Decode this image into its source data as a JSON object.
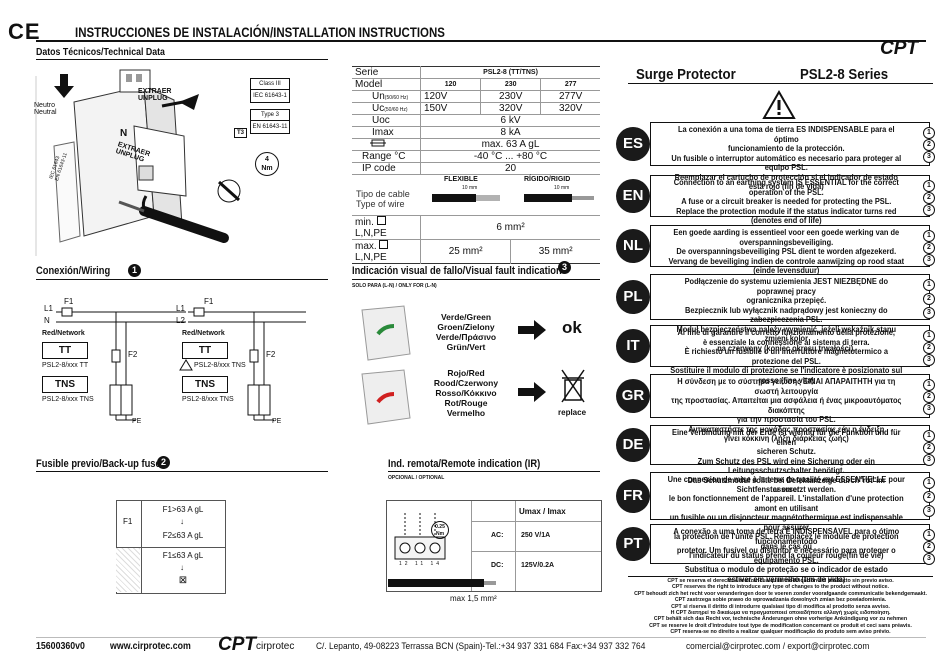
{
  "header": {
    "ce_mark": "CE",
    "title": "INSTRUCCIONES DE INSTALACIÓN/INSTALLATION INSTRUCTIONS",
    "tech_data": "Datos Técnicos/Technical Data",
    "brand": "CPT",
    "product_title": "Surge Protector",
    "series": "PSL2-8 Series"
  },
  "installation_figure": {
    "neutro": "Neutro\nNeutral",
    "extraer1": "EXTRAER\nUNPLUG",
    "extraer2": "EXTRAER\nUNPLUG",
    "n_label": "N",
    "class_label": "Class III",
    "iec1": "IEC 61643-1",
    "type_label": "Type 3",
    "en_label": "EN 61643-11",
    "t3": "T3",
    "torque": "4\nNm",
    "side_text": "IEC 61643\nEN 61643-11"
  },
  "tech_table": {
    "serie_label": "Serie",
    "serie_value": "PSL2-8 (TT/TNS)",
    "model_label": "Model",
    "models": [
      "120",
      "230",
      "277"
    ],
    "un_label": "Un",
    "un_sub": "(50/60 Hz)",
    "un_values": [
      "120V",
      "230V",
      "277V"
    ],
    "uc_label": "Uc",
    "uc_sub": "(50/60 Hz)",
    "uc_values": [
      "150V",
      "320V",
      "320V"
    ],
    "uoc_label": "Uoc",
    "uoc_value": "6 kV",
    "imax_label": "Imax",
    "imax_value": "8 kA",
    "fuse_value": "max. 63 A gL",
    "range_label": "Range °C",
    "range_value": "-40 °C ... +80 °C",
    "ip_label": "IP code",
    "ip_value": "20",
    "cable_label": "Tipo de cable\nType of wire",
    "flexible": "FLEXIBLE",
    "rigid": "RÍGIDO/RIGID",
    "strip": "10 mm",
    "min_label": "min.",
    "max_label": "max.",
    "lnpe": "L,N,PE",
    "min_value": "6 mm²",
    "max_flex": "25 mm²",
    "max_rigid": "35 mm²"
  },
  "wiring": {
    "title": "Conexión/Wiring",
    "num": "1",
    "l1": "L1",
    "n": "N",
    "l2": "L2",
    "f1": "F1",
    "f2": "F2",
    "red": "Red/Network",
    "tt": "TT",
    "tns": "TNS",
    "psl_tt": "PSL2-8/xxx TT",
    "psl_tns": "PSL2-8/xxx TNS",
    "pe": "PE"
  },
  "fault": {
    "title": "Indicación visual de fallo/Visual fault indication",
    "num": "3",
    "subtitle": "SOLO PARA (L-N) / ONLY FOR (L-N)",
    "green_lines": [
      "Verde/Green",
      "Groen/Zielony",
      "Verde/Πράσινο",
      "Grün/Vert"
    ],
    "ok": "ok",
    "red_lines": [
      "Rojo/Red",
      "Rood/Czerwony",
      "Rosso/Κόκκινο",
      "Rot/Rouge",
      "Vermelho"
    ],
    "replace": "replace"
  },
  "backup": {
    "title": "Fusible previo/Back-up fuse",
    "num": "2",
    "f1": "F1",
    "f2": "F2",
    "f1_line1": "F1>63 A gL",
    "f2_line1": "F2≤63 A gL",
    "f1_line2": "F1≤63 A gL",
    "cross": "⊠"
  },
  "remote": {
    "title": "Ind. remota/Remote indication (IR)",
    "subtitle": "OPCIONAL / OPTIONAL",
    "torque": "0.25\nNm",
    "head": "Umax / Imax",
    "ac_label": "AC:",
    "ac_value": "250 V/1A",
    "dc_label": "DC:",
    "dc_value": "125V/0.2A",
    "wire": "max 1,5 mm²",
    "pins": "12 11 14"
  },
  "languages": [
    {
      "code": "ES",
      "lines": [
        "La conexión a una toma de tierra ES INDISPENSABLE para el óptimo",
        "funcionamiento de la protección.",
        "Un fusible o interruptor automático es necesario para proteger al equipo PSL.",
        "Reemplazar el cartucho de protección si el indicador de estado está rojo (fin de vida)"
      ]
    },
    {
      "code": "EN",
      "lines": [
        "Connection to an earthing system IS ESSENTIAL for the correct operation of the PSL.",
        "A fuse or a circuit breaker is needed for protecting the PSL.",
        "Replace the protection module if the status indicator turns red (denotes end of life)"
      ]
    },
    {
      "code": "NL",
      "lines": [
        "Een goede aarding is essentieel voor een goede werking van de",
        "overspanningsbeveiliging.",
        "De overspanningsbeveiliging PSL dient te worden afgezekerd.",
        "Vervang de beveiliging indien de controle aanwijzing op rood staat (einde levensduur)"
      ]
    },
    {
      "code": "PL",
      "lines": [
        "Podłączenie do systemu uziemienia JEST NIEZBĘDNE do poprawnej pracy",
        "ogranicznika przepięć.",
        "Bezpiecznik lub wyłącznik nadprądowy jest konieczny do zabezpieczenia PSL.",
        "Moduł bezpieczeństwa należy wymienić, jeżeli wskaźnik stanu zmieni kolor",
        "na czerwony (koniec okresu trwałości)."
      ]
    },
    {
      "code": "IT",
      "lines": [
        "Al fine di garantire il corretto funzionamento della protezione,",
        "è essenziale la connessione al sistema di terra.",
        "È richiesto un fusibile o un interruttore magnetotermico a protezione del PSL.",
        "Sostituire il modulo di protezione se l'indicatore è posizionato sul rosso (fine vita)"
      ]
    },
    {
      "code": "GR",
      "lines": [
        "Η σύνδεση με το σύστημα γείωσης ΕΙΝΑΙ ΑΠΑΡΑΙΤΗΤΗ για τη σωστή λειτουργία",
        "της προστασίας. Απαιτείται μια ασφάλεια ή ένας μικροαυτόματος διακόπτης",
        "για την προστασία του PSL.",
        "Αντικαταστήστε της μονάδας προστασίας εάν η ένδειξη",
        "γίνει κόκκινη (λήξη διάρκειας ζωής)"
      ]
    },
    {
      "code": "DE",
      "lines": [
        "Eine Verbindung mit der Erde ist wichtig für die Funktion und für einen",
        "sicheren Schutz.",
        "Zum Schutz des PSL wird eine Sicherung oder ein Leitungsschutzschalter benötigt.",
        "Das Schutzmodul sollte bei Defektanzeige durch\"rot\"im Sichtfenster ersetzt werden."
      ]
    },
    {
      "code": "FR",
      "lines": [
        "Une  connexion de mise à la terre de qualité est ESSENTIELLE pour assurer",
        "le bon fonctionnement de l'appareil. L'installation d'une protection amont en utilisant",
        "un fusible ou un disjoncteur magnétothermique est indispensable pour assurer",
        "la protection de l'unité PSL. Remplacez le module de protection dans le cas où",
        "l'indicateur du status prend la couleur rouge(fin de vie)"
      ]
    },
    {
      "code": "PT",
      "lines": [
        "A conexão a uma toma de terra É INDISPENSÁVEL para o ótimo funcionamentodo",
        "protetor. Um fusível ou disjuntor é necessário para proteger o equipamento PSL.",
        "Substitua o modulo de proteção se o indicador de estado",
        "estiver em vermelho (fim de vida)"
      ]
    }
  ],
  "disclaimer": [
    "CPT se reserva el derecho a realizar cualquier modificación del producto sin previo aviso.",
    "CPT reserves the right to introduce any type of changes to the product without notice.",
    "CPT behoudt zich het recht voor veranderingen door te voeren zonder voorafgaande communicatie bekendgemaakt.",
    "CPT zastrzega sobie prawo do wprowadzania dowolnych zmian bez powiadomienia.",
    "CPT si riserva il diritto di introdurre qualsiasi tipo di modifica al prodotto senza avviso.",
    "H CPT διατηρεί το δικαίωμα να πραγματοποιεί οποιαδήποτε αλλαγή χωρίς ειδοποίηση.",
    "CPT  behält sich das Recht vor, technische Änderungen ohne vorherige Ankündigung vor zu nehmen",
    "CPT se reserve le droit d'introduire tout type de modification concernant  ce produit  et ceci  sans préavis.",
    "CPT reserva-se no direito a realizar qualquer modificação do produto sem aviso prévio."
  ],
  "footer": {
    "code": "15600360v0",
    "web": "www.cirprotec.com",
    "logo": "CPT",
    "logo_text": "cirprotec",
    "address": "C/. Lepanto, 49-08223 Terrassa BCN (Spain)-Tel.:+34 937 331 684  Fax:+34 937 332 764",
    "emails": "comercial@cirprotec.com   /   export@cirprotec.com"
  }
}
